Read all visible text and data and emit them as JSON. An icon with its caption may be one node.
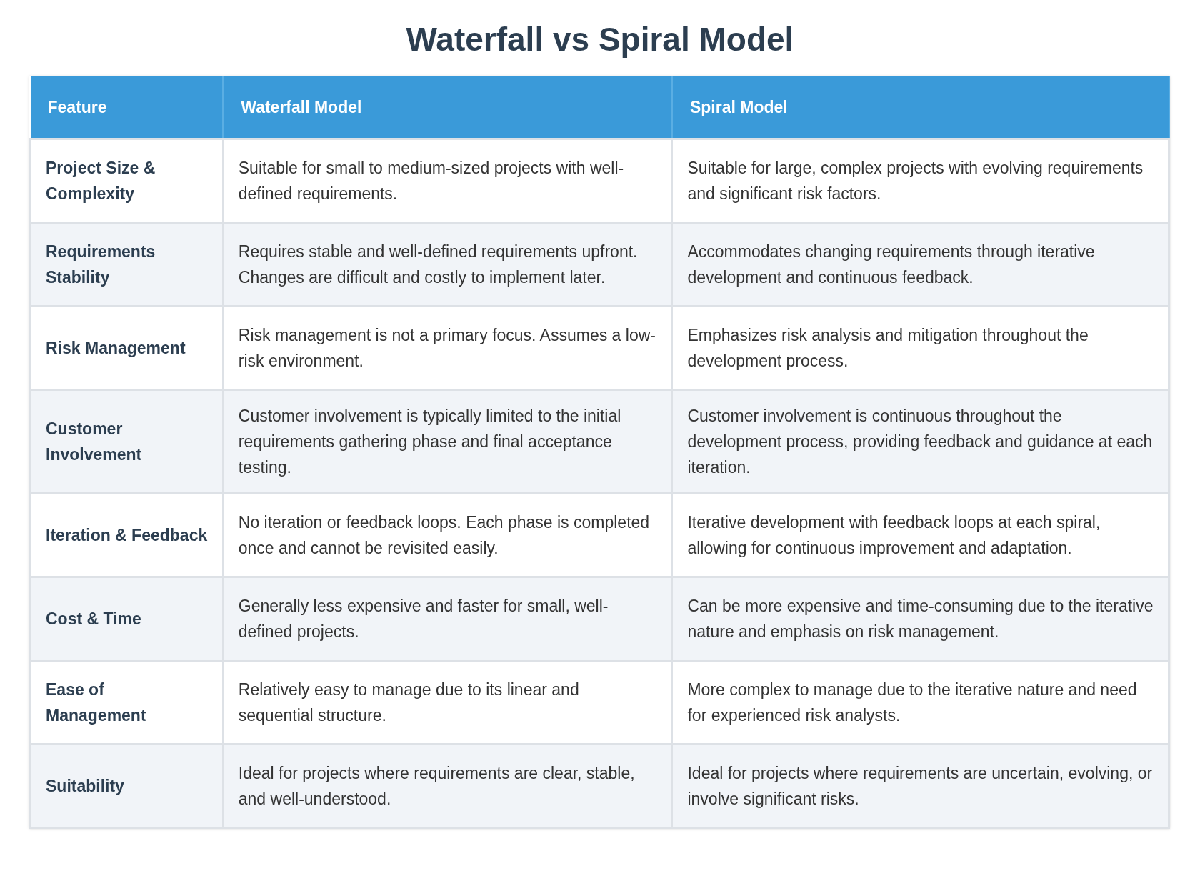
{
  "diagram": {
    "title": "Waterfall vs Spiral Model",
    "labels": [
      "Feature",
      "Waterfall Model",
      "Spiral Model",
      "Project Size & Complexity",
      "Suitable for small to medium-sized projects with well-defined requirements.",
      "Suitable for large, complex projects with evolving requirements and significant risk factors.",
      "Requirements Stability",
      "Requires stable and well-defined requirements upfront. Changes are difficult and costly to implement later.",
      "Accommodates changing requirements through iterative development and continuous feedback.",
      "Risk Management",
      "Risk management is not a primary focus. Assumes a low-risk environment.",
      "Emphasizes risk analysis and mitigation throughout the development process.",
      "Customer Involvement",
      "Customer involvement is typically limited to the initial requirements gathering phase and final acceptance testing.",
      "Customer involvement is continuous throughout the development process, providing feedback and guidance at each iteration.",
      "Iteration & Feedback",
      "No iteration or feedback loops. Each phase is completed once and cannot be revisited easily.",
      "Iterative development with feedback loops at each spiral, allowing for continuous improvement and adaptation.",
      "Cost & Time",
      "Generally less expensive and faster for small, well-defined projects.",
      "Can be more expensive and time-consuming due to the iterative nature and emphasis on risk management.",
      "Ease of Management",
      "Relatively easy to manage due to its linear and sequential structure.",
      "More complex to manage due to the iterative nature and need for experienced risk analysts.",
      "Suitability",
      "Ideal for projects where requirements are clear, stable, and well-understood.",
      "Ideal for projects where requirements are uncertain, evolving, or involve significant risks."
    ]
  }
}
